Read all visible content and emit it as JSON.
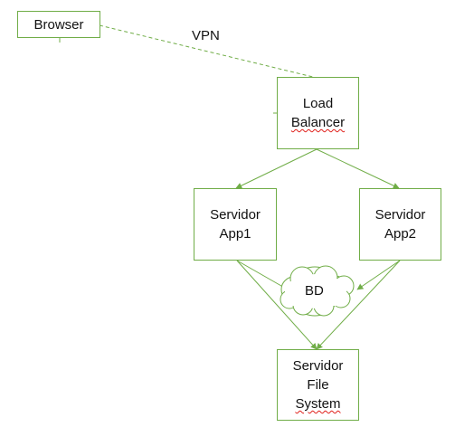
{
  "nodes": {
    "browser": {
      "line1": "Browser"
    },
    "load_balancer": {
      "line1": "Load",
      "line2": "Balancer"
    },
    "app1": {
      "line1": "Servidor",
      "line2": "App1"
    },
    "app2": {
      "line1": "Servidor",
      "line2": "App2"
    },
    "db": {
      "label": "BD"
    },
    "file_system": {
      "line1": "Servidor",
      "line2": "File",
      "line3": "System"
    }
  },
  "edges": {
    "vpn_label": "VPN"
  },
  "colors": {
    "accent": "#70ad47",
    "spellcheck": "#e0201a"
  }
}
